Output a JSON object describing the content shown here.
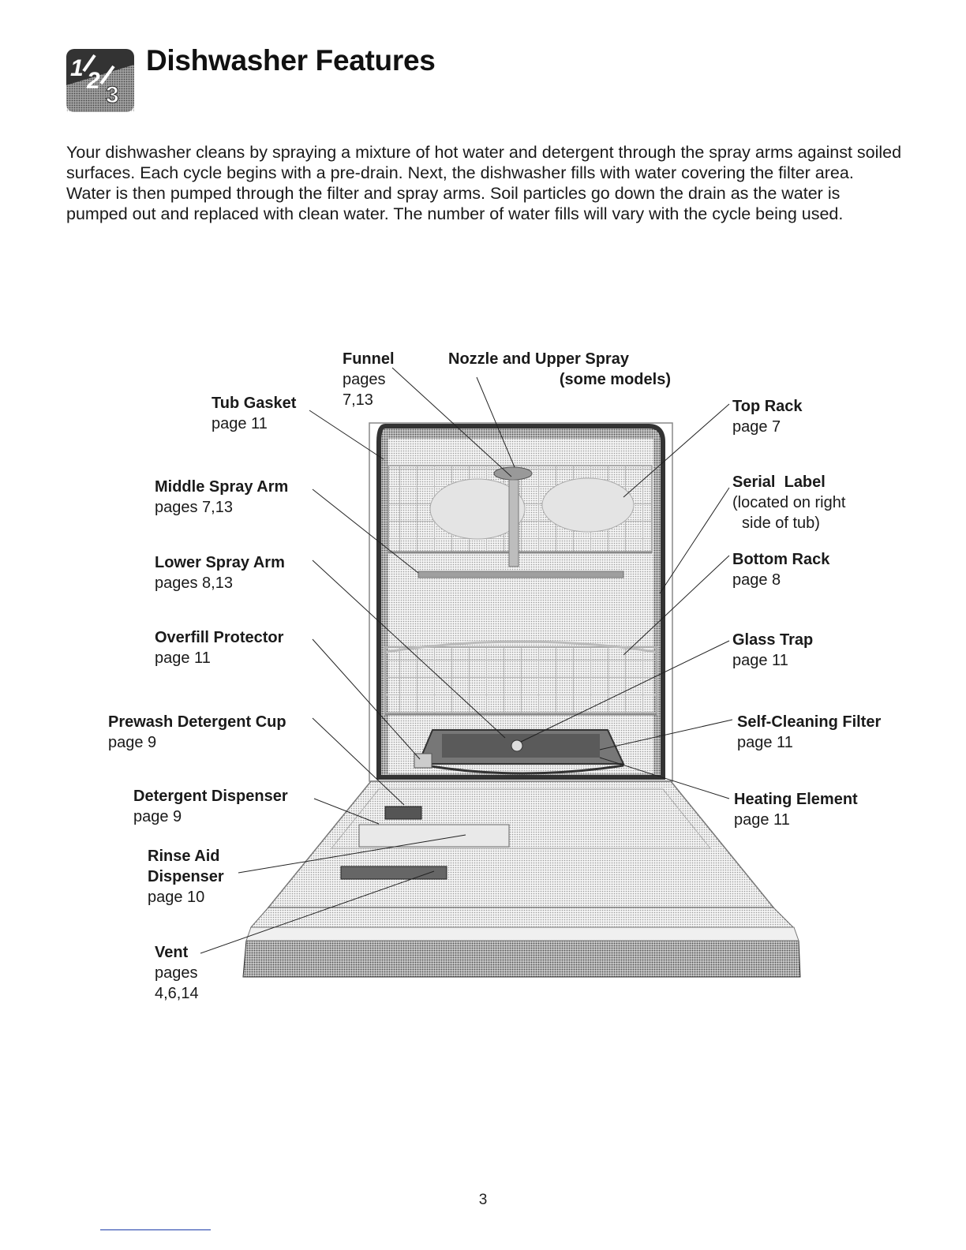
{
  "header": {
    "title": "Dishwasher Features",
    "icon": "step-123-icon"
  },
  "intro": "Your dishwasher cleans by spraying a mixture of hot water and detergent through the spray arms against soiled surfaces. Each cycle begins with a pre-drain. Next, the dishwasher fills with water covering the filter area. Water is then pumped through the filter and spray arms. Soil particles go down the drain as the water is pumped out and replaced with clean water. The number of water fills will vary with the cycle being used.",
  "labels": {
    "funnel": {
      "name": "Funnel",
      "ref1": "pages",
      "ref2": "7,13"
    },
    "nozzle": {
      "name": "Nozzle and Upper Spray",
      "ref": "(some models)"
    },
    "tub_gasket": {
      "name": "Tub Gasket",
      "ref": "page 11"
    },
    "middle_spray_arm": {
      "name": "Middle Spray Arm",
      "ref": "pages 7,13"
    },
    "lower_spray_arm": {
      "name": "Lower Spray Arm",
      "ref": "pages 8,13"
    },
    "overfill_protector": {
      "name": "Overfill Protector",
      "ref": "page 11"
    },
    "prewash_cup": {
      "name": "Prewash Detergent Cup",
      "ref": "page 9"
    },
    "detergent_dispenser": {
      "name": "Detergent Dispenser",
      "ref": "page 9"
    },
    "rinse_aid": {
      "name1": "Rinse Aid",
      "name2": "Dispenser",
      "ref": "page 10"
    },
    "vent": {
      "name": "Vent",
      "ref1": "pages",
      "ref2": "4,6,14"
    },
    "top_rack": {
      "name": "Top Rack",
      "ref": "page 7"
    },
    "serial_label": {
      "name": "Serial  Label",
      "ref1": "(located on right",
      "ref2": "side of tub)"
    },
    "bottom_rack": {
      "name": "Bottom Rack",
      "ref": "page 8"
    },
    "glass_trap": {
      "name": "Glass Trap",
      "ref": "page 11"
    },
    "self_cleaning_filter": {
      "name": "Self-Cleaning Filter",
      "ref": "page 11"
    },
    "heating_element": {
      "name": "Heating Element",
      "ref": "page 11"
    }
  },
  "footer": {
    "page_number": "3"
  }
}
